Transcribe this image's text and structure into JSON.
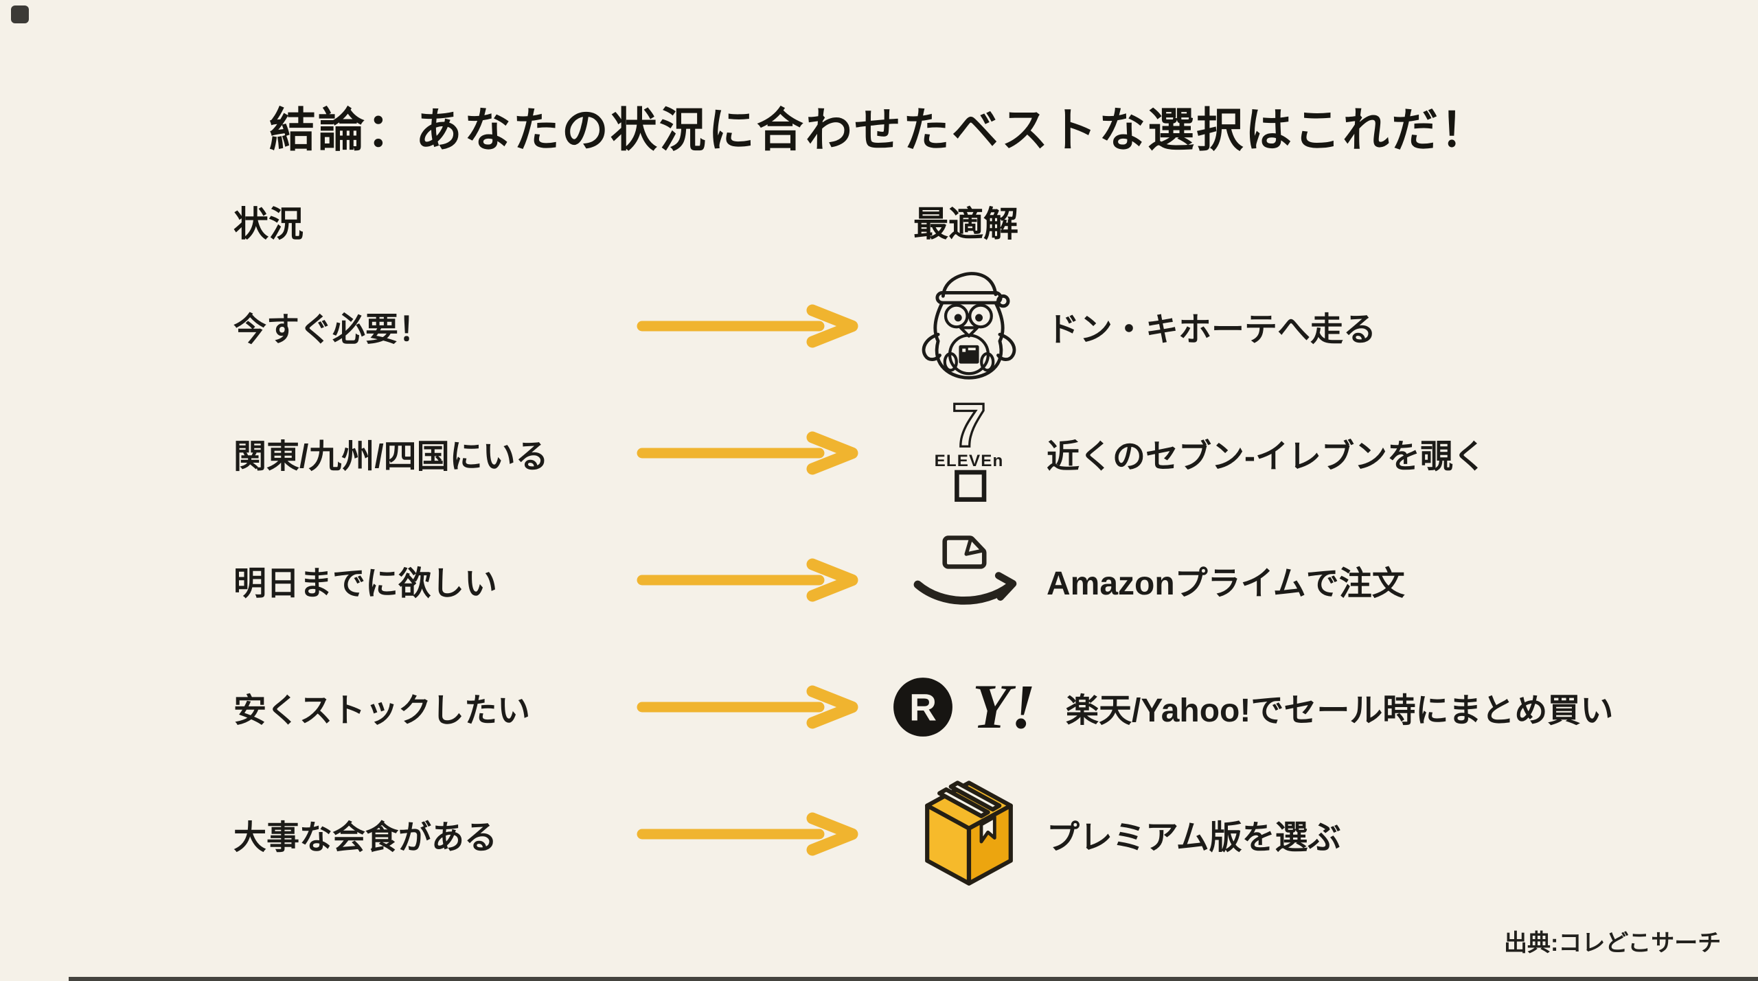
{
  "meta": {
    "background_color": "#f5f1e8",
    "ink_color": "#1c1b18",
    "arrow_color": "#f0b42f",
    "premium_box_color": "#f5b92a"
  },
  "title": "結論：あなたの状況に合わせたベストな選択はこれだ！",
  "columns": {
    "situation": "状況",
    "solution": "最適解"
  },
  "rows": [
    {
      "situation": "今すぐ必要！",
      "icon": "don-quijote-penguin-icon",
      "solution": "ドン・キホーテへ走る"
    },
    {
      "situation": "関東/九州/四国にいる",
      "icon": "seven-eleven-icon",
      "solution": "近くのセブン-イレブンを覗く"
    },
    {
      "situation": "明日までに欲しい",
      "icon": "amazon-smile-icon",
      "solution": "Amazonプライムで注文"
    },
    {
      "situation": "安くストックしたい",
      "icon": "rakuten-icon yahoo-icon",
      "solution": "楽天/Yahoo!でセール時にまとめ買い"
    },
    {
      "situation": "大事な会食がある",
      "icon": "premium-box-icon",
      "solution": "プレミアム版を選ぶ"
    }
  ],
  "icons": {
    "seven_eleven_numeral": "7",
    "seven_eleven_wordmark": "ELEVEn",
    "rakuten_letter": "R",
    "yahoo_wordmark": "Y!"
  },
  "source": "出典:コレどこサーチ"
}
